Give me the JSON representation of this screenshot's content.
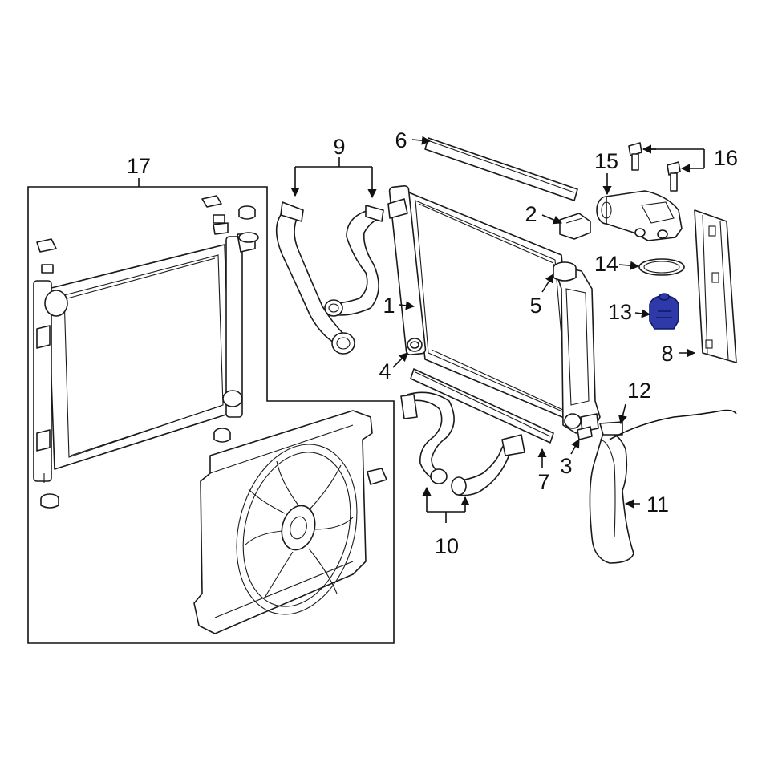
{
  "diagram": {
    "highlight_color": "#2f3aa8",
    "line_color": "#111111",
    "background": "#ffffff",
    "callouts": {
      "c1": "1",
      "c2": "2",
      "c3": "3",
      "c4": "4",
      "c5": "5",
      "c6": "6",
      "c7": "7",
      "c8": "8",
      "c9": "9",
      "c10": "10",
      "c11": "11",
      "c12": "12",
      "c13": "13",
      "c14": "14",
      "c15": "15",
      "c16": "16",
      "c17": "17"
    },
    "highlighted_part": "13"
  }
}
